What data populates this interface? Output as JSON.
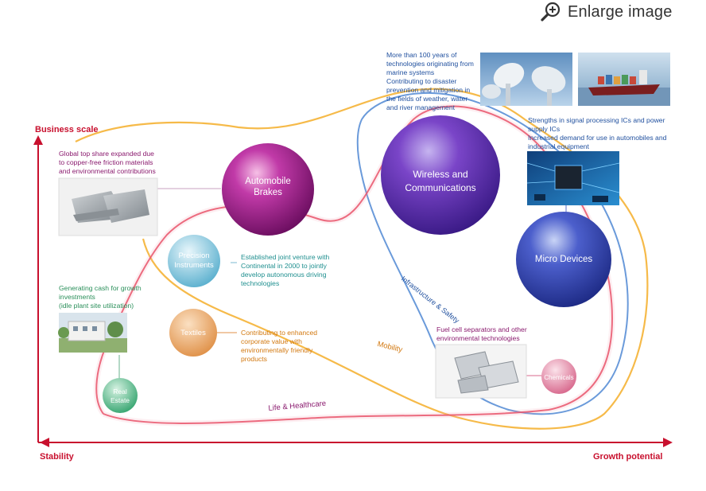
{
  "toolbar": {
    "enlarge_label": "Enlarge image",
    "icon": "zoom-in-icon"
  },
  "axes": {
    "y_label": "Business scale",
    "x_left_label": "Stability",
    "x_right_label": "Growth potential",
    "color": "#c8102e"
  },
  "bubbles": {
    "automobile_brakes": {
      "line1": "Automobile",
      "line2": "Brakes"
    },
    "wireless": {
      "line1": "Wireless and",
      "line2": "Communications"
    },
    "micro_devices": {
      "line1": "Micro Devices"
    },
    "precision": {
      "line1": "Precision",
      "line2": "Instruments"
    },
    "textiles": {
      "line1": "Textiles"
    },
    "real_estate": {
      "line1": "Real",
      "line2": "Estate"
    },
    "chemicals": {
      "line1": "Chemicals"
    }
  },
  "notes": {
    "brakes": [
      "Global top share expanded due",
      "to copper-free friction materials",
      "and environmental contributions"
    ],
    "marine": [
      "More than 100 years of",
      "technologies originating from",
      "marine systems"
    ],
    "disaster": [
      "Contributing to disaster",
      "prevention and mitigation in",
      "the fields of weather, water",
      "and river management"
    ],
    "signal": [
      "Strengths in signal processing ICs and power",
      "supply ICs",
      "Increased demand for use in automobiles and",
      "industrial equipment"
    ],
    "continental": [
      "Established joint venture with",
      "Continental in 2000 to jointly",
      "develop autonomous driving",
      "technologies"
    ],
    "cash": [
      "Generating cash for growth",
      "investments",
      "(idle plant site utilization)"
    ],
    "textiles": [
      "Contributing to enhanced",
      "corporate value with",
      "environmentally friendly",
      "products"
    ],
    "fuelcell": [
      "Fuel cell separators and other",
      "environmental technologies"
    ]
  },
  "paths": {
    "infrastructure": "Infrastructure & Safety",
    "mobility": "Mobility",
    "life": "Life & Healthcare"
  },
  "colors": {
    "purple_text": "#8a1a6e",
    "blue_text": "#1f4f9e",
    "teal_text": "#1f8f8f",
    "green_text": "#2a8f5a",
    "orange_text": "#d2780f",
    "orange_line": "#f5b335",
    "red_line": "#e8435a",
    "blue_line": "#5a8fd6"
  }
}
